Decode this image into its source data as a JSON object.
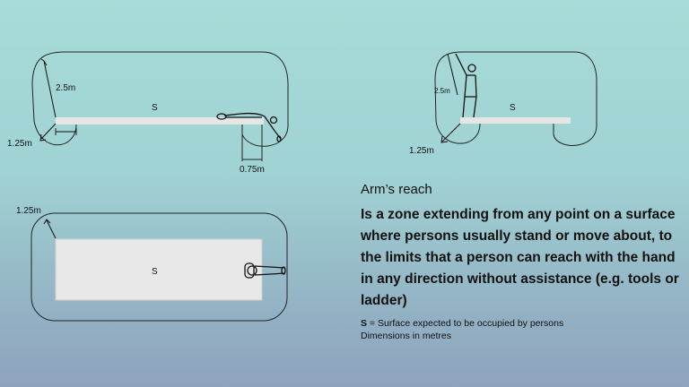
{
  "diagrams": {
    "side_view": {
      "surface_label": "S",
      "reach_up": "2.5m",
      "reach_down": "1.25m",
      "reach_side": "0.75m"
    },
    "standing_view": {
      "surface_label": "S",
      "reach_up": "2.5m",
      "reach_down": "1.25m"
    },
    "top_view": {
      "surface_label": "S",
      "reach": "1.25m"
    }
  },
  "text": {
    "title": "Arm’s reach",
    "definition": "Is a zone extending from any point on a surface where persons usually stand or move about, to the limits that a person can reach with the hand in any direction without assistance (e.g. tools or ladder)",
    "legend_key": "S",
    "legend_text": " = Surface expected  to be occupied by persons",
    "dimensions_note": "Dimensions in metres"
  }
}
